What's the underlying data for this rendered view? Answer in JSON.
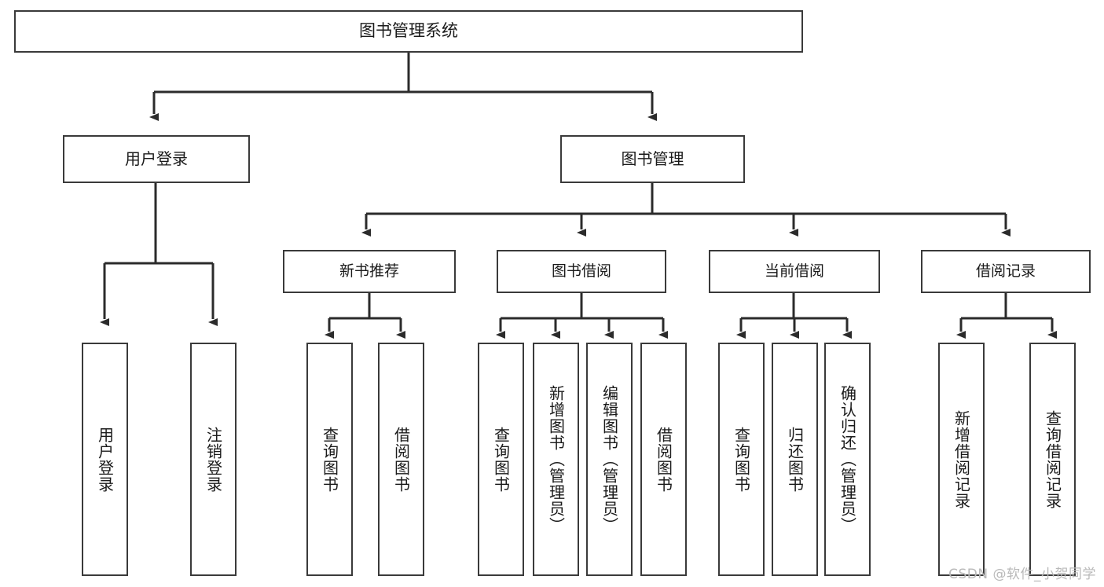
{
  "diagram": {
    "title": "图书管理系统",
    "type": "tree-hierarchy",
    "root": {
      "label": "图书管理系统"
    },
    "level1": [
      {
        "label": "用户登录"
      },
      {
        "label": "图书管理"
      }
    ],
    "level2": [
      {
        "label": "新书推荐"
      },
      {
        "label": "图书借阅"
      },
      {
        "label": "当前借阅"
      },
      {
        "label": "借阅记录"
      }
    ],
    "leaves": {
      "user_login": [
        {
          "label": "用户登录"
        },
        {
          "label": "注销登录"
        }
      ],
      "new_book_recommend": [
        {
          "label": "查询图书"
        },
        {
          "label": "借阅图书"
        }
      ],
      "book_borrow": [
        {
          "label": "查询图书"
        },
        {
          "label": "新增图书（管理员）"
        },
        {
          "label": "编辑图书（管理员）"
        },
        {
          "label": "借阅图书"
        }
      ],
      "current_borrow": [
        {
          "label": "查询图书"
        },
        {
          "label": "归还图书"
        },
        {
          "label": "确认归还（管理员）"
        }
      ],
      "borrow_record": [
        {
          "label": "新增借阅记录"
        },
        {
          "label": "查询借阅记录"
        }
      ]
    }
  },
  "watermark": {
    "text": "CSDN @软件_小贺同学"
  },
  "colors": {
    "border": "#3a3a3a",
    "text": "#1a1a1a",
    "background": "#ffffff",
    "watermark": "#b9b9b9"
  }
}
